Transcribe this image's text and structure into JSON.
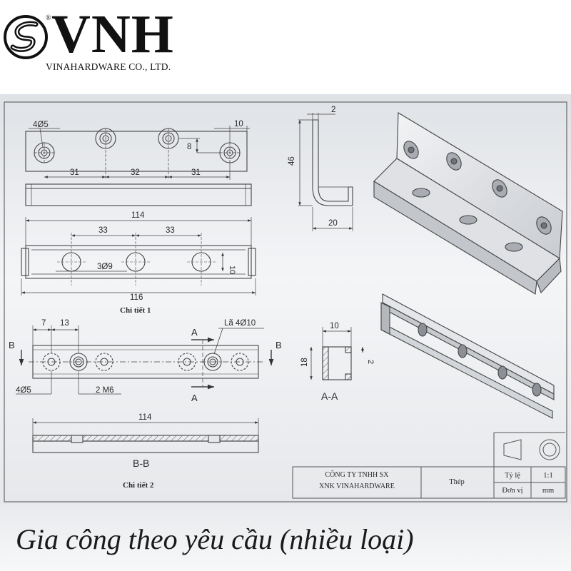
{
  "header": {
    "brand": "VNH",
    "registered_mark": "®",
    "company_line": "VINAHARDWARE CO., LTD.",
    "logo_icon": "vnh-swirl-logo"
  },
  "drawing": {
    "detail1": {
      "top_view": {
        "holes": "4Ø5",
        "dim_right": "10",
        "dim_vertical": "8",
        "spacing": [
          "31",
          "32",
          "31"
        ]
      },
      "bottom_view": {
        "overall_top": "114",
        "spacing": [
          "33",
          "33"
        ],
        "holes": "3Ø9",
        "dim_height": "10",
        "overall_bottom": "116"
      },
      "caption": "Chi tiết 1"
    },
    "side_profile": {
      "thickness": "2",
      "height": "46",
      "width": "20"
    },
    "detail2": {
      "plan": {
        "dim_left_1": "7",
        "dim_left_2": "13",
        "countersink": "Lã 4Ø10",
        "holes": "4Ø5",
        "threads": "2 M6",
        "section_left": "B",
        "section_right": "B",
        "section_top": "A",
        "section_bottom": "A"
      },
      "section_aa": {
        "width": "10",
        "height": "18",
        "lip": "2",
        "label": "A-A"
      },
      "section_bb": {
        "overall": "114",
        "label": "B-B"
      },
      "caption": "Chi tiết 2"
    },
    "title_block": {
      "company_line_1": "CÔNG TY TNHH SX",
      "company_line_2": "XNK VINAHARDWARE",
      "material": "Thép",
      "scale_label": "Tỷ lệ",
      "scale_value": "1:1",
      "unit_label": "Đơn vị",
      "unit_value": "mm"
    }
  },
  "footer": {
    "caption": "Gia công theo yêu cầu (nhiều loại)"
  }
}
